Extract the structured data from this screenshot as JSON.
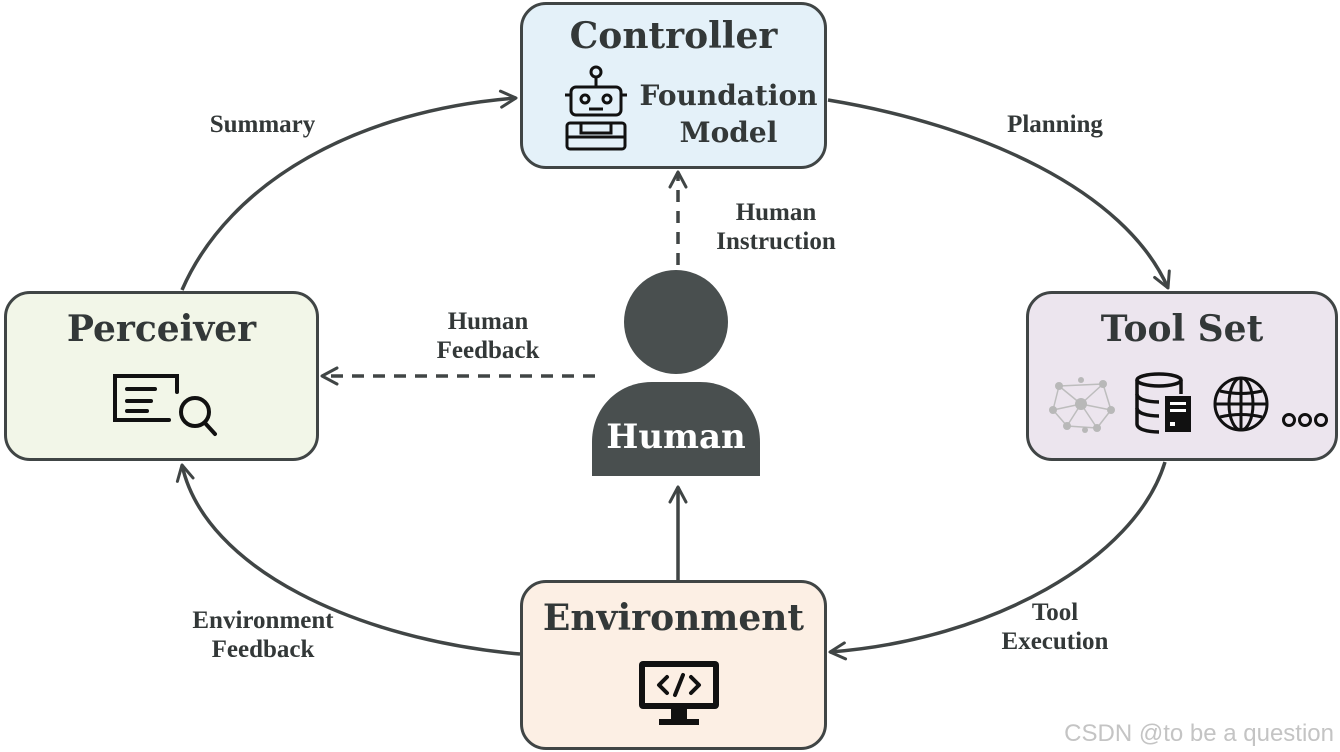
{
  "nodes": {
    "controller": {
      "title": "Controller",
      "subtitle_line1": "Foundation",
      "subtitle_line2": "Model",
      "icon": "robot-icon",
      "fill": "#e4f1f9"
    },
    "perceiver": {
      "title": "Perceiver",
      "icon": "document-search-icon",
      "fill": "#f2f6e8"
    },
    "toolset": {
      "title": "Tool Set",
      "icons": [
        "network-graph-icon",
        "database-server-icon",
        "globe-icon",
        "ellipsis-icon"
      ],
      "fill": "#ece5ee"
    },
    "environment": {
      "title": "Environment",
      "icon": "code-monitor-icon",
      "fill": "#fcefe4"
    },
    "human": {
      "label": "Human",
      "icon": "person-icon",
      "fill": "#494f4f"
    }
  },
  "edges": {
    "summary": "Summary",
    "planning": "Planning",
    "human_instruction_line1": "Human",
    "human_instruction_line2": "Instruction",
    "human_feedback_line1": "Human",
    "human_feedback_line2": "Feedback",
    "tool_execution_line1": "Tool",
    "tool_execution_line2": "Execution",
    "environment_feedback_line1": "Environment",
    "environment_feedback_line2": "Feedback"
  },
  "colors": {
    "stroke": "#404545",
    "text": "#333838"
  },
  "watermark": "CSDN @to be a question"
}
